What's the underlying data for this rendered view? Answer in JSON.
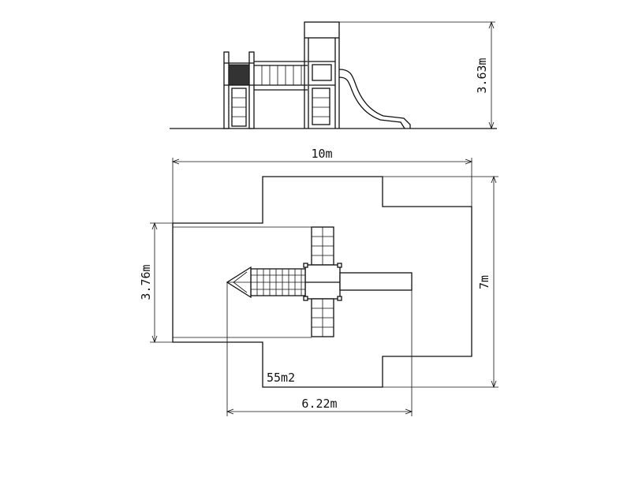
{
  "drawing": {
    "elevation": {
      "height_label": "3.63m"
    },
    "plan": {
      "width_label": "10m",
      "depth_label": "7m",
      "inner_height_label": "3.76m",
      "equipment_length_label": "6.22m",
      "area_label": "55m2"
    }
  },
  "colors": {
    "line": "#111111",
    "background": "#ffffff"
  }
}
